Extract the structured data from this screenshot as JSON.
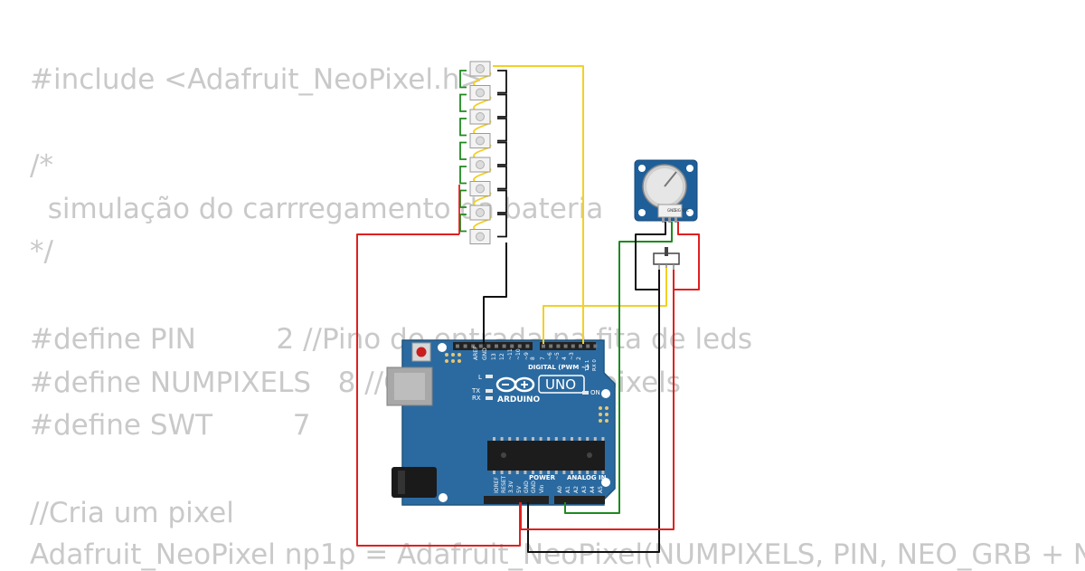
{
  "code_lines": [
    "#include <Adafruit_NeoPixel.h>",
    "/*",
    "  simulação do carrregamento da bateria",
    "*/",
    "#define PIN         2 //Pino de entrada na fita de leds",
    "#define NUMPIXELS   8 //Quantidade de pixels",
    "#define SWT         7",
    "//Cria um pixel",
    "Adafruit_NeoPixel np1p = Adafruit_NeoPixel(NUMPIXELS, PIN, NEO_GRB + N"
  ],
  "board": {
    "aref": "AREF",
    "gnd": "GND",
    "digital": "DIGITAL (PWM ~)",
    "model": "UNO",
    "brand": "ARDUINO",
    "on": "ON",
    "l": "L",
    "tx": "TX",
    "rx": "RX",
    "power": "POWER",
    "analog": "ANALOG IN",
    "digital_pins": [
      "13",
      "12",
      "~11",
      "~10",
      "~9",
      "8",
      "7",
      "~6",
      "~5",
      "4",
      "~3",
      "2",
      "TX 1",
      "RX 0"
    ],
    "power_pins": [
      "IOREF",
      "RESET",
      "3.3V",
      "5V",
      "GND",
      "GND",
      "Vin"
    ],
    "analog_pins": [
      "A0",
      "A1",
      "A2",
      "A3",
      "A4",
      "A5"
    ]
  },
  "pot": {
    "pins": [
      "GND",
      "SIG",
      "VCC"
    ]
  },
  "colors": {
    "board": "#2b6aa0",
    "wire_yellow": "#f2d024",
    "wire_green": "#1e8a1e",
    "wire_black": "#111111",
    "wire_red": "#e02020",
    "code_text": "#c9c9c9"
  },
  "led_count": 8
}
